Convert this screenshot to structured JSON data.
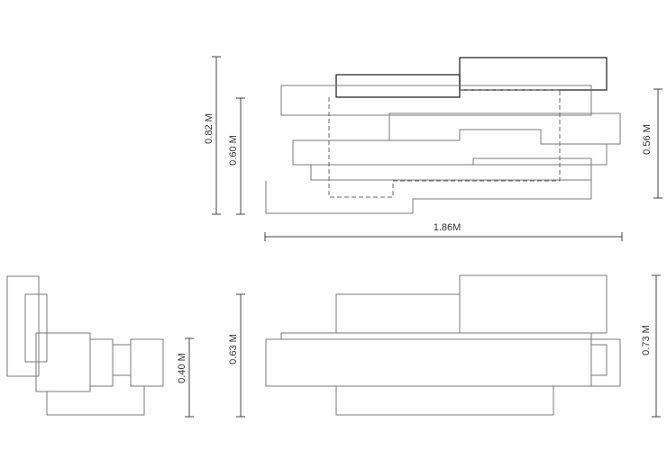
{
  "dimensions": {
    "top_height_overall": "0.82 M",
    "top_height_inner": "0.60 M",
    "top_height_right": "0.56 M",
    "top_width": "1.86M",
    "bottom_left_height": "0.40 M",
    "bottom_front_height": "0.63 M",
    "bottom_right_height": "0.73 M"
  },
  "colors": {
    "line": "#7a7a7a",
    "line_dark": "#2a2a2a",
    "dimension": "#444444"
  }
}
